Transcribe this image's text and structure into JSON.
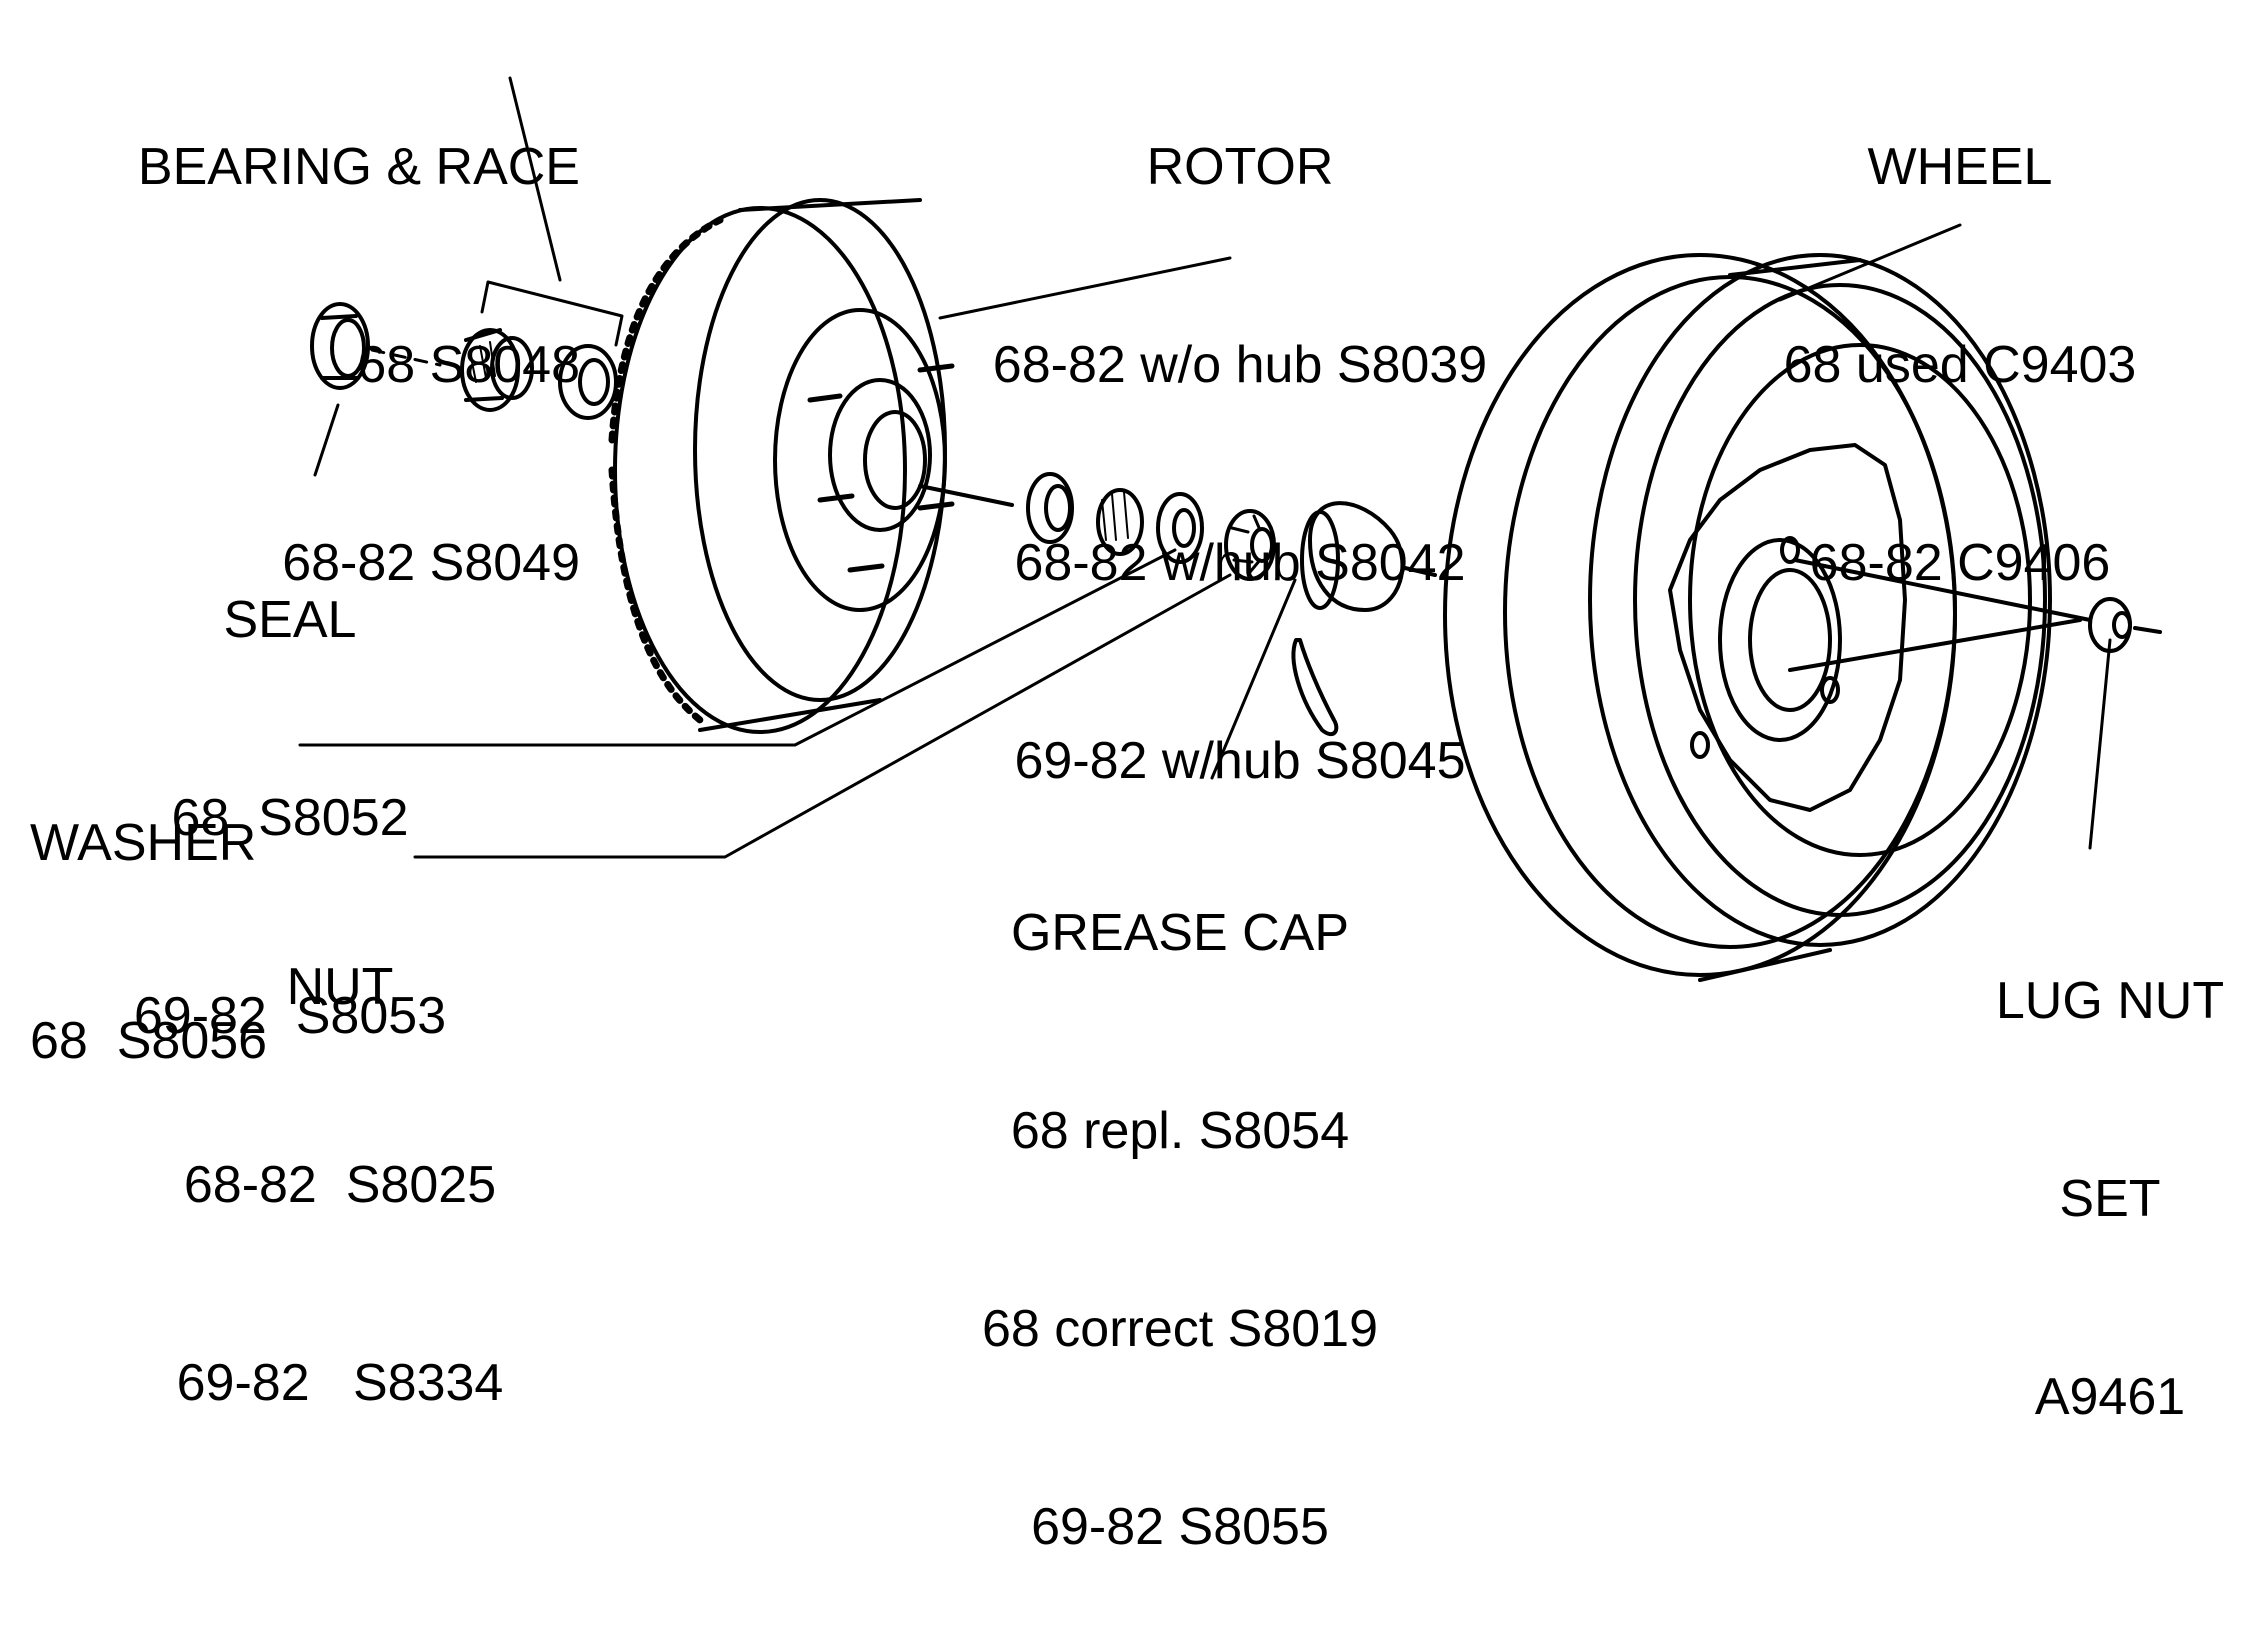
{
  "labels": {
    "bearing_race": {
      "title": "BEARING & RACE",
      "lines": [
        "68 S8048",
        "68-82 S8049"
      ]
    },
    "rotor": {
      "title": "ROTOR",
      "lines": [
        "68-82 w/o hub S8039",
        "68-82 w/hub S8042",
        "69-82 w/hub S8045"
      ]
    },
    "wheel": {
      "title": "WHEEL",
      "lines": [
        "68 used C9403",
        "68-82 C9406"
      ]
    },
    "seal": {
      "title": "SEAL",
      "lines": [
        "68  S8052",
        "69-82  S8053"
      ]
    },
    "washer": {
      "title": "WASHER",
      "lines": [
        "68  S8056"
      ]
    },
    "nut": {
      "title": "NUT",
      "lines": [
        "68-82  S8025",
        "69-82   S8334"
      ]
    },
    "grease_cap": {
      "title": "GREASE CAP",
      "lines": [
        "68 repl. S8054",
        "68 correct S8019",
        "69-82 S8055"
      ]
    },
    "lug_nut": {
      "title": "LUG NUT",
      "lines": [
        "SET",
        "A9461"
      ]
    }
  },
  "colors": {
    "ink": "#000000",
    "paper": "#ffffff"
  }
}
